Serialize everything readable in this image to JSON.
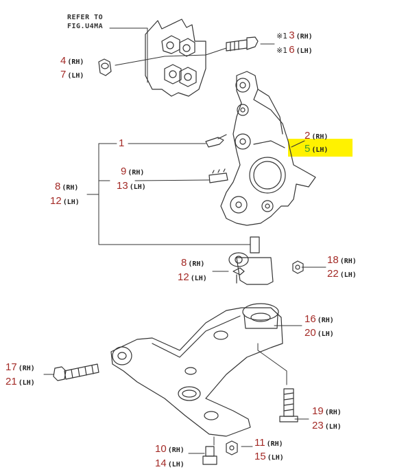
{
  "reference": {
    "line1": "REFER TO",
    "line2": "FIG.U4MA"
  },
  "highlight": {
    "color": "#fff200",
    "target_part": "5"
  },
  "colors": {
    "part_number": "#a32a26",
    "highlighted_number": "#3a9c2e",
    "line": "#333333"
  },
  "callouts": [
    {
      "id": "p4",
      "number": "4",
      "suffix": "(RH)",
      "mark": ""
    },
    {
      "id": "p7",
      "number": "7",
      "suffix": "(LH)",
      "mark": ""
    },
    {
      "id": "p3",
      "number": "3",
      "suffix": "(RH)",
      "mark": "※1"
    },
    {
      "id": "p6",
      "number": "6",
      "suffix": "(LH)",
      "mark": "※1"
    },
    {
      "id": "p1",
      "number": "1",
      "suffix": "",
      "mark": ""
    },
    {
      "id": "p2",
      "number": "2",
      "suffix": "(RH)",
      "mark": ""
    },
    {
      "id": "p5",
      "number": "5",
      "suffix": "(LH)",
      "mark": ""
    },
    {
      "id": "p9",
      "number": "9",
      "suffix": "(RH)",
      "mark": ""
    },
    {
      "id": "p13",
      "number": "13",
      "suffix": "(LH)",
      "mark": ""
    },
    {
      "id": "p8a",
      "number": "8",
      "suffix": "(RH)",
      "mark": ""
    },
    {
      "id": "p12a",
      "number": "12",
      "suffix": "(LH)",
      "mark": ""
    },
    {
      "id": "p8b",
      "number": "8",
      "suffix": "(RH)",
      "mark": ""
    },
    {
      "id": "p12b",
      "number": "12",
      "suffix": "(LH)",
      "mark": ""
    },
    {
      "id": "p18",
      "number": "18",
      "suffix": "(RH)",
      "mark": ""
    },
    {
      "id": "p22",
      "number": "22",
      "suffix": "(LH)",
      "mark": ""
    },
    {
      "id": "p16",
      "number": "16",
      "suffix": "(RH)",
      "mark": ""
    },
    {
      "id": "p20",
      "number": "20",
      "suffix": "(LH)",
      "mark": ""
    },
    {
      "id": "p17",
      "number": "17",
      "suffix": "(RH)",
      "mark": ""
    },
    {
      "id": "p21",
      "number": "21",
      "suffix": "(LH)",
      "mark": ""
    },
    {
      "id": "p19",
      "number": "19",
      "suffix": "(RH)",
      "mark": ""
    },
    {
      "id": "p23",
      "number": "23",
      "suffix": "(LH)",
      "mark": ""
    },
    {
      "id": "p10",
      "number": "10",
      "suffix": "(RH)",
      "mark": ""
    },
    {
      "id": "p14",
      "number": "14",
      "suffix": "(LH)",
      "mark": ""
    },
    {
      "id": "p11",
      "number": "11",
      "suffix": "(RH)",
      "mark": ""
    },
    {
      "id": "p15",
      "number": "15",
      "suffix": "(LH)",
      "mark": ""
    }
  ]
}
